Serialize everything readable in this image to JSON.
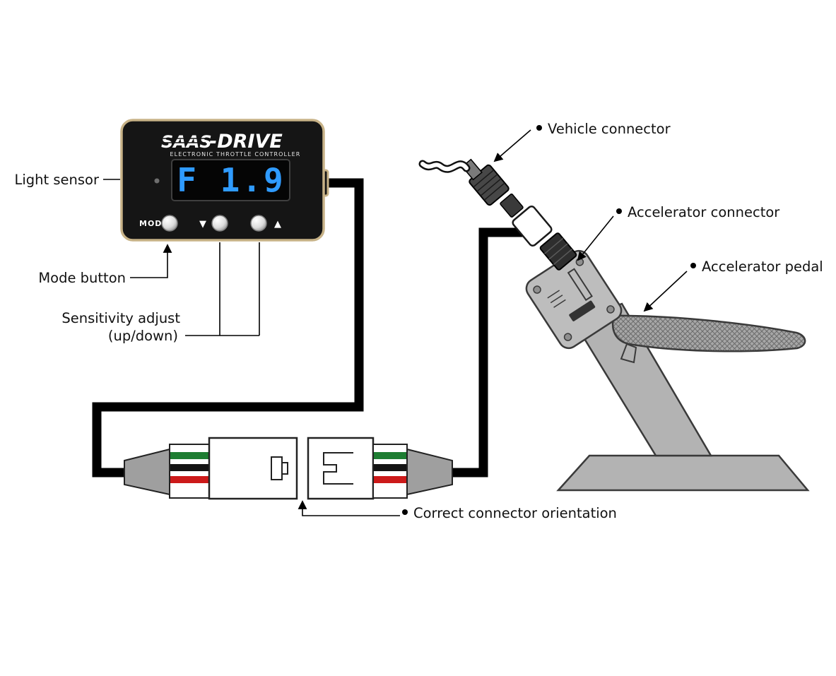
{
  "diagram": {
    "device": {
      "brand": "SAAS",
      "brand_suffix": "-DRIVE",
      "subtitle": "ELECTRONIC THROTTLE CONTROLLER",
      "display_value": "F 1.9",
      "mode_label": "MODE",
      "down_glyph": "▼",
      "up_glyph": "▲"
    },
    "labels": {
      "light_sensor": "Light sensor",
      "mode_button": "Mode button",
      "sensitivity_line1": "Sensitivity adjust",
      "sensitivity_line2": "(up/down)",
      "vehicle_connector": "Vehicle connector",
      "accelerator_connector": "Accelerator connector",
      "accelerator_pedal": "Accelerator pedal",
      "correct_orientation": "Correct connector orientation"
    },
    "colors": {
      "display_text": "#2f9bff",
      "device_border": "#c7b287",
      "wire_green": "#1e7d32",
      "wire_black": "#141414",
      "wire_red": "#cc1a1a"
    }
  }
}
